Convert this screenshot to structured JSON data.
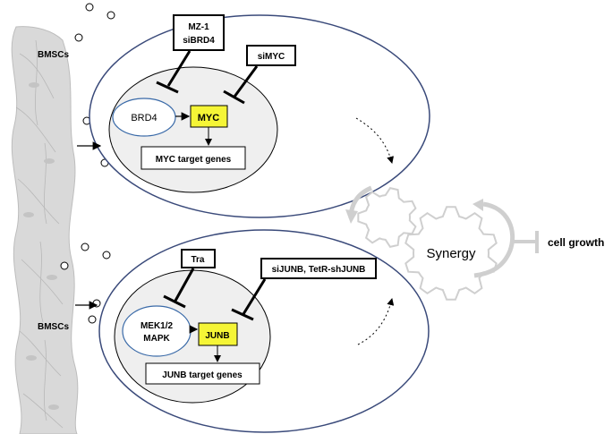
{
  "labels": {
    "bmscs_top": "BMSCs",
    "bmscs_bottom": "BMSCs",
    "inhibitor_mz1_line1": "MZ-1",
    "inhibitor_mz1_line2": "siBRD4",
    "inhibitor_simyc": "siMYC",
    "brd4": "BRD4",
    "myc": "MYC",
    "myc_targets": "MYC target genes",
    "inhibitor_tra": "Tra",
    "inhibitor_sijunb": "siJUNB, TetR-shJUNB",
    "mek_line1": "MEK1/2",
    "mek_line2": "MAPK",
    "junb": "JUNB",
    "junb_targets": "JUNB  target genes",
    "synergy": "Synergy",
    "cell_growth": "cell growth"
  },
  "colors": {
    "highlight": "#f5f536",
    "nucleus_fill": "#efefef",
    "cell_outline": "#3a4a7a",
    "stroma": "#d9d9d9",
    "gear": "#cfcfcf"
  }
}
